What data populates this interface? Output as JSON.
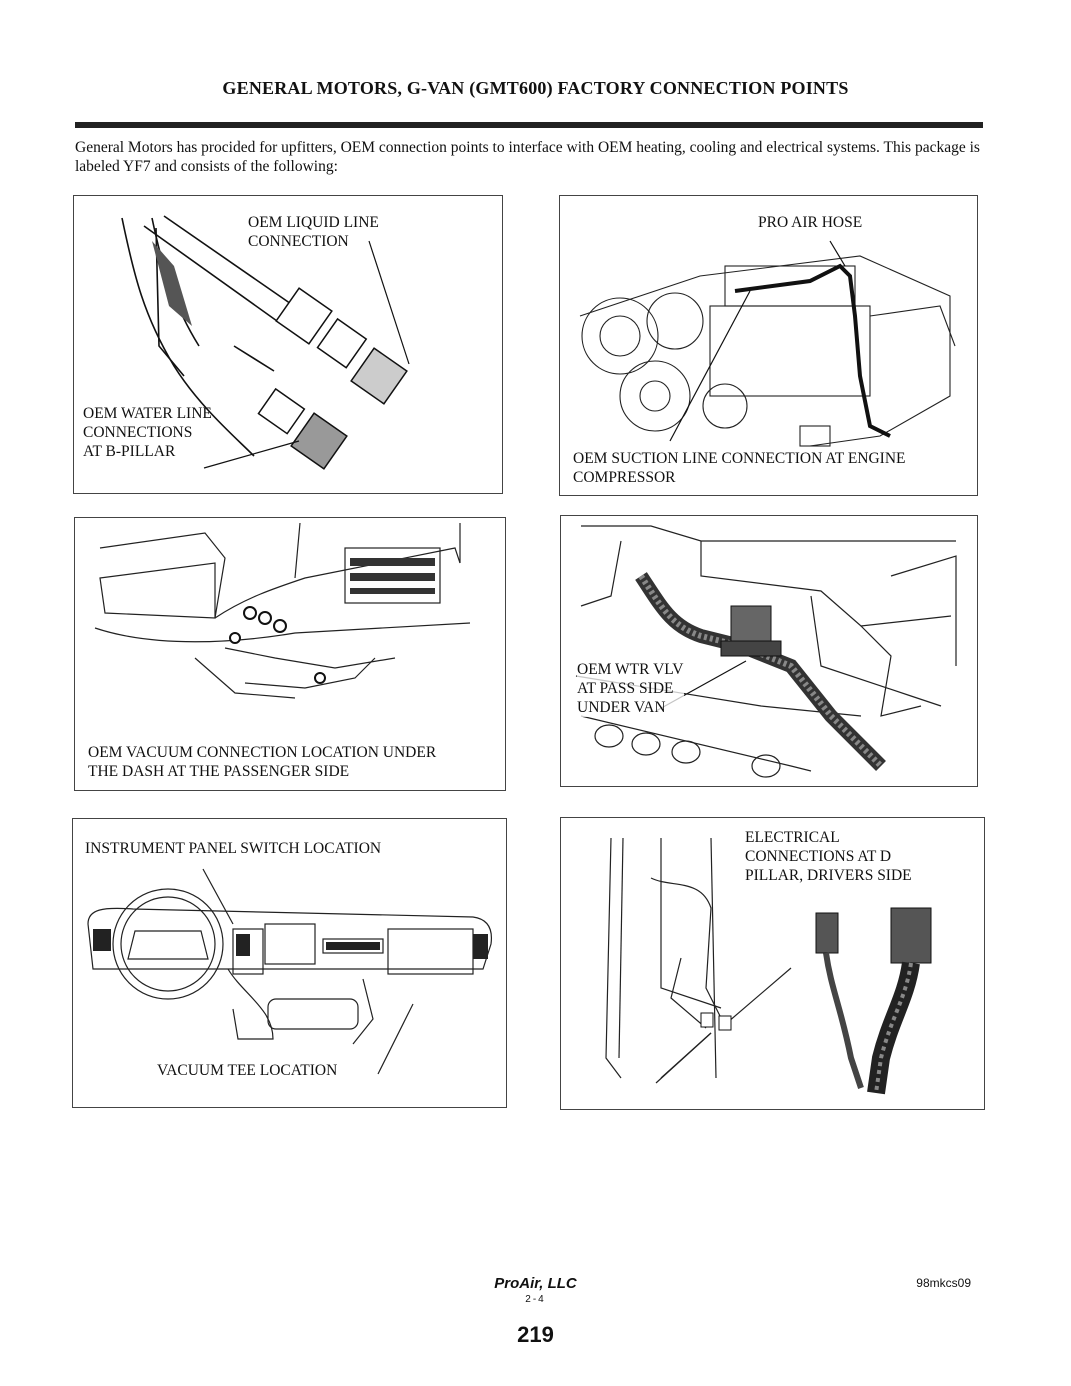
{
  "title": "GENERAL MOTORS, G-VAN (GMT600) FACTORY CONNECTION POINTS",
  "intro": "General Motors has procided for upfitters, OEM connection points to interface with OEM heating, cooling and electrical systems. This package is labeled YF7 and consists of the following:",
  "panels": {
    "liquid_line": {
      "label_top": "OEM LIQUID LINE\nCONNECTION",
      "label_bottom": "OEM WATER LINE\nCONNECTIONS\nAT B-PILLAR"
    },
    "suction_line": {
      "label_top": "PRO AIR HOSE",
      "label_bottom": "OEM SUCTION LINE CONNECTION AT ENGINE\nCOMPRESSOR"
    },
    "vacuum_dash": {
      "label": "OEM VACUUM CONNECTION LOCATION UNDER\nTHE DASH AT THE PASSENGER SIDE"
    },
    "water_valve": {
      "label": "OEM WTR VLV\nAT PASS SIDE\nUNDER VAN"
    },
    "instrument_panel": {
      "label_top": "INSTRUMENT PANEL SWITCH LOCATION",
      "label_bottom": "VACUUM TEE LOCATION"
    },
    "electrical": {
      "label": "ELECTRICAL\nCONNECTIONS AT D\nPILLAR, DRIVERS SIDE"
    }
  },
  "footer": {
    "brand": "ProAir, LLC",
    "code": "98mkcs09",
    "sub": "2-4",
    "page": "219"
  }
}
